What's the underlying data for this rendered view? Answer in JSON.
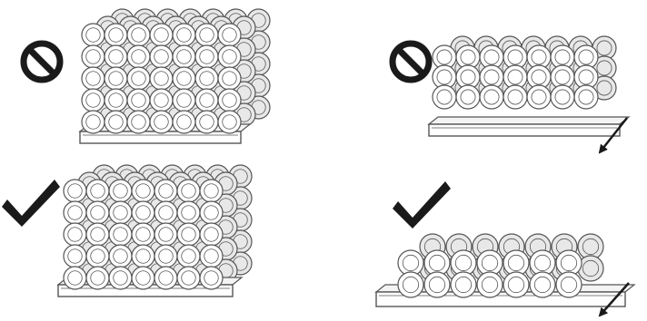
{
  "colors": {
    "ink": "#1a1a1a",
    "line": "#555555",
    "bottle_face": "#ffffff",
    "bottle_back": "#e8e8e8",
    "background": "#ffffff"
  },
  "panels": [
    {
      "id": "stack-tall-wrong",
      "status": "not-allowed",
      "status_icon": "prohibited-icon",
      "stack_type": "tall-pyramid",
      "slide_arrow": false
    },
    {
      "id": "shelf-slide-wrong",
      "status": "not-allowed",
      "status_icon": "prohibited-icon",
      "stack_type": "low-stack-on-sliding-shelf",
      "slide_arrow": true
    },
    {
      "id": "stack-tall-ok",
      "status": "allowed",
      "status_icon": "checkmark-icon",
      "stack_type": "tall-pyramid",
      "slide_arrow": false
    },
    {
      "id": "shelf-slide-ok",
      "status": "allowed",
      "status_icon": "checkmark-icon",
      "stack_type": "single-layer-on-sliding-shelf",
      "slide_arrow": true
    }
  ]
}
